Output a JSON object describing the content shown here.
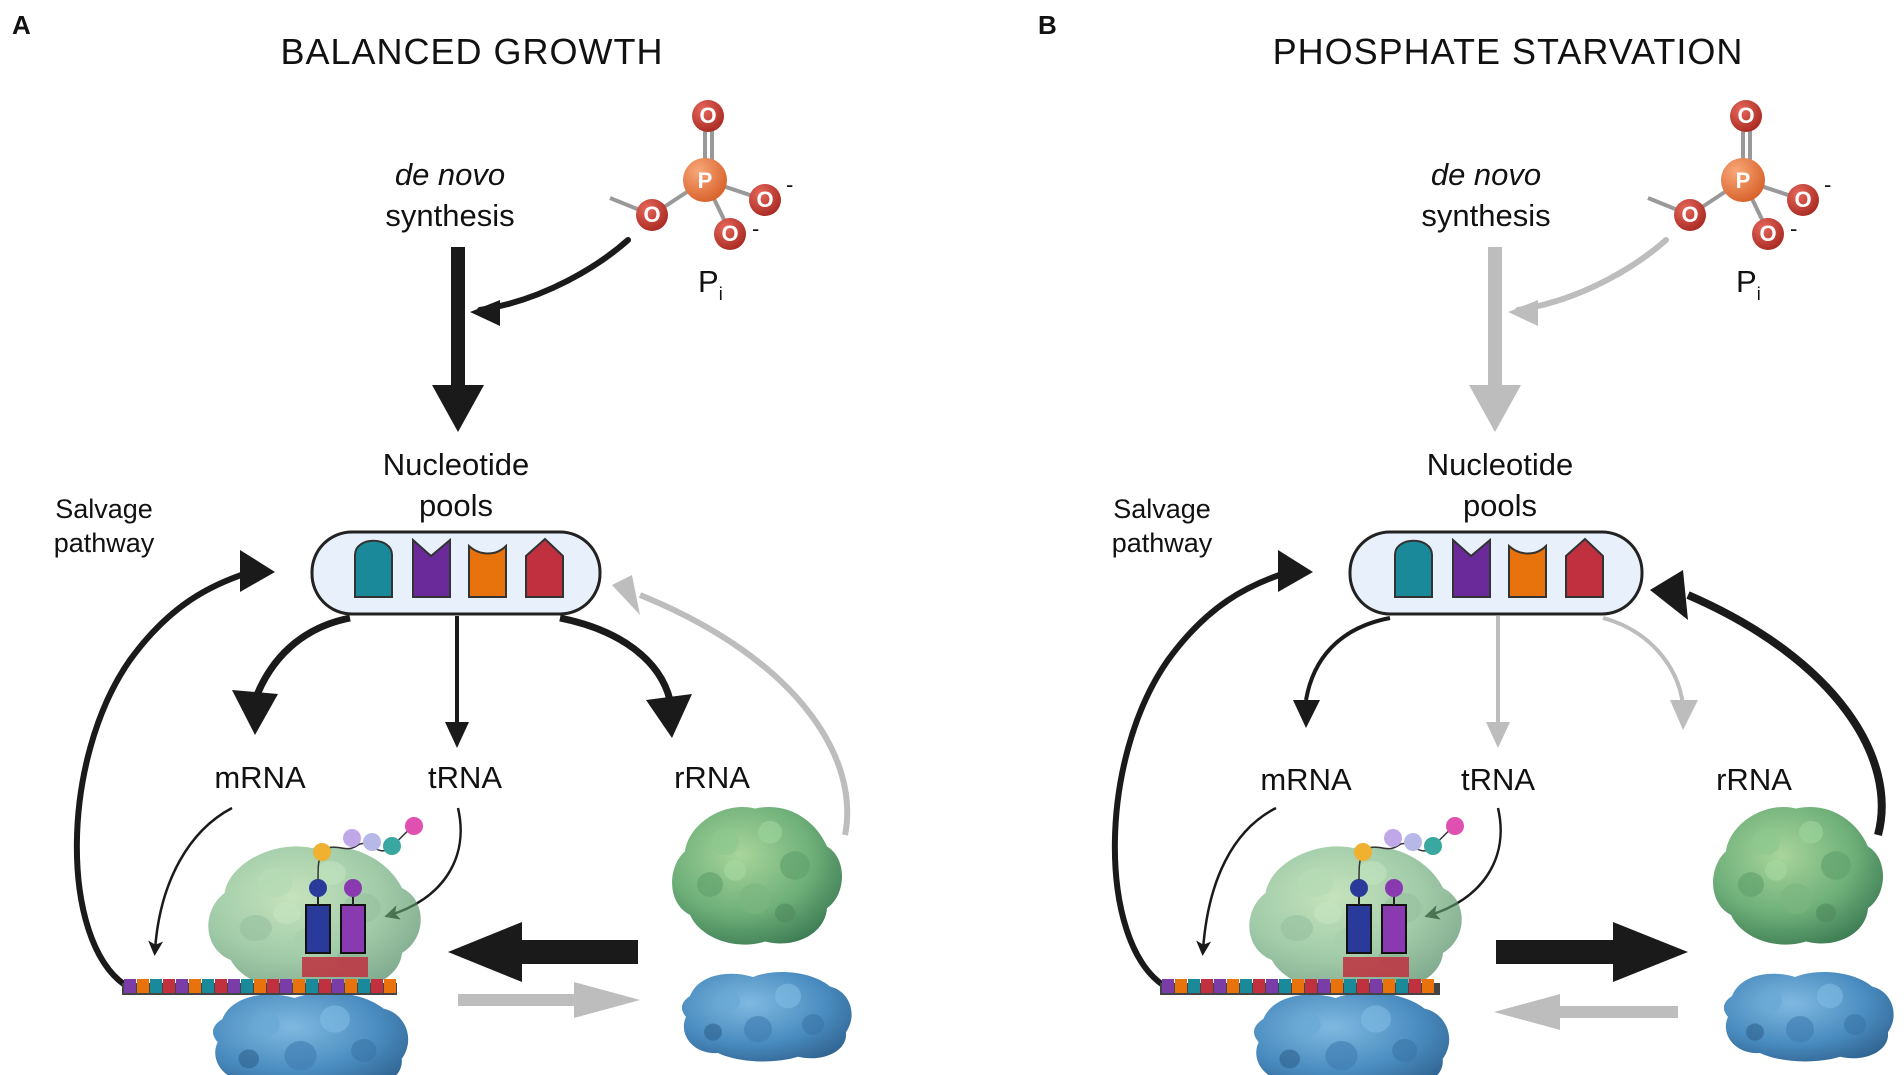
{
  "panels": [
    {
      "id": "A",
      "letter": "A",
      "title": "BALANCED GROWTH",
      "de_novo_italic": "de novo",
      "synthesis": "synthesis",
      "phosphate_label": "P",
      "phosphate_sub": "i",
      "atom_P": "P",
      "atom_O": "O",
      "charge": "-",
      "pool_line1": "Nucleotide",
      "pool_line2": "pools",
      "salvage_line1": "Salvage",
      "salvage_line2": "pathway",
      "mrna": "mRNA",
      "trna": "tRNA",
      "rrna": "rRNA",
      "flux_colors": {
        "phosphate_arrow": "#1a1a1a",
        "de_novo_arrow": "#1a1a1a",
        "trna_arrow": "#1a1a1a",
        "rrna_arrow": "#1a1a1a",
        "salvage_back_arrow": "#bdbdbd",
        "assembly_arrow": "#1a1a1a",
        "disassembly_arrow": "#bdbdbd"
      }
    },
    {
      "id": "B",
      "letter": "B",
      "title": "PHOSPHATE STARVATION",
      "de_novo_italic": "de novo",
      "synthesis": "synthesis",
      "phosphate_label": "P",
      "phosphate_sub": "i",
      "atom_P": "P",
      "atom_O": "O",
      "charge": "-",
      "pool_line1": "Nucleotide",
      "pool_line2": "pools",
      "salvage_line1": "Salvage",
      "salvage_line2": "pathway",
      "mrna": "mRNA",
      "trna": "tRNA",
      "rrna": "rRNA",
      "flux_colors": {
        "phosphate_arrow": "#bdbdbd",
        "de_novo_arrow": "#bdbdbd",
        "trna_arrow": "#bdbdbd",
        "rrna_arrow": "#bdbdbd",
        "salvage_back_arrow": "#1a1a1a",
        "assembly_arrow": "#bdbdbd",
        "disassembly_arrow": "#1a1a1a"
      }
    }
  ],
  "colors": {
    "black": "#1a1a1a",
    "gray": "#bdbdbd",
    "phosphorus": "#e8753a",
    "oxygen": "#c73a2f",
    "pool_bg": "#e8f1fb",
    "nucleotide_teal": "#1a8a9a",
    "nucleotide_purple": "#6a2a9a",
    "nucleotide_orange": "#e8720c",
    "nucleotide_red": "#c0303f",
    "ribosome_large": "#6fb07a",
    "ribosome_small": "#4a8cc0"
  }
}
